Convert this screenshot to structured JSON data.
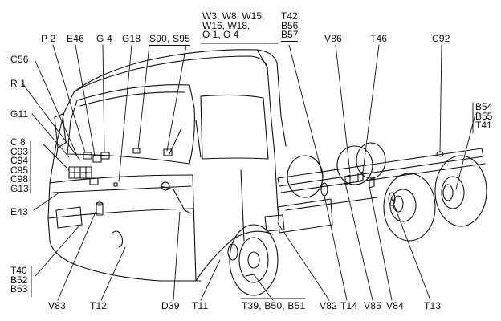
{
  "labels": {
    "p2": "P 2",
    "e46": "E46",
    "g4": "G 4",
    "g18": "G18",
    "s90_s95": "S90, S95",
    "w_group": [
      "W3, W8, W15,",
      "W16, W18,",
      "O 1, O 4"
    ],
    "t42_group": [
      "T42",
      "B56",
      "B57"
    ],
    "v86": "V86",
    "t46": "T46",
    "c92": "C92",
    "c56": "C56",
    "r1": "R 1",
    "g11": "G11",
    "c_group": [
      "C 8",
      "C93",
      "C94",
      "C95",
      "C98",
      "G13"
    ],
    "e43": "E43",
    "b54_group": [
      "B54",
      "B55",
      "T41"
    ],
    "t40_group": [
      "T40",
      "B52",
      "B53"
    ],
    "v83": "V83",
    "t12": "T12",
    "d39": "D39",
    "t11": "T11",
    "t39_group": "T39, B50, B51",
    "v82": "V82",
    "t14": "T14",
    "v85": "V85",
    "v84": "V84",
    "t13": "T13"
  }
}
